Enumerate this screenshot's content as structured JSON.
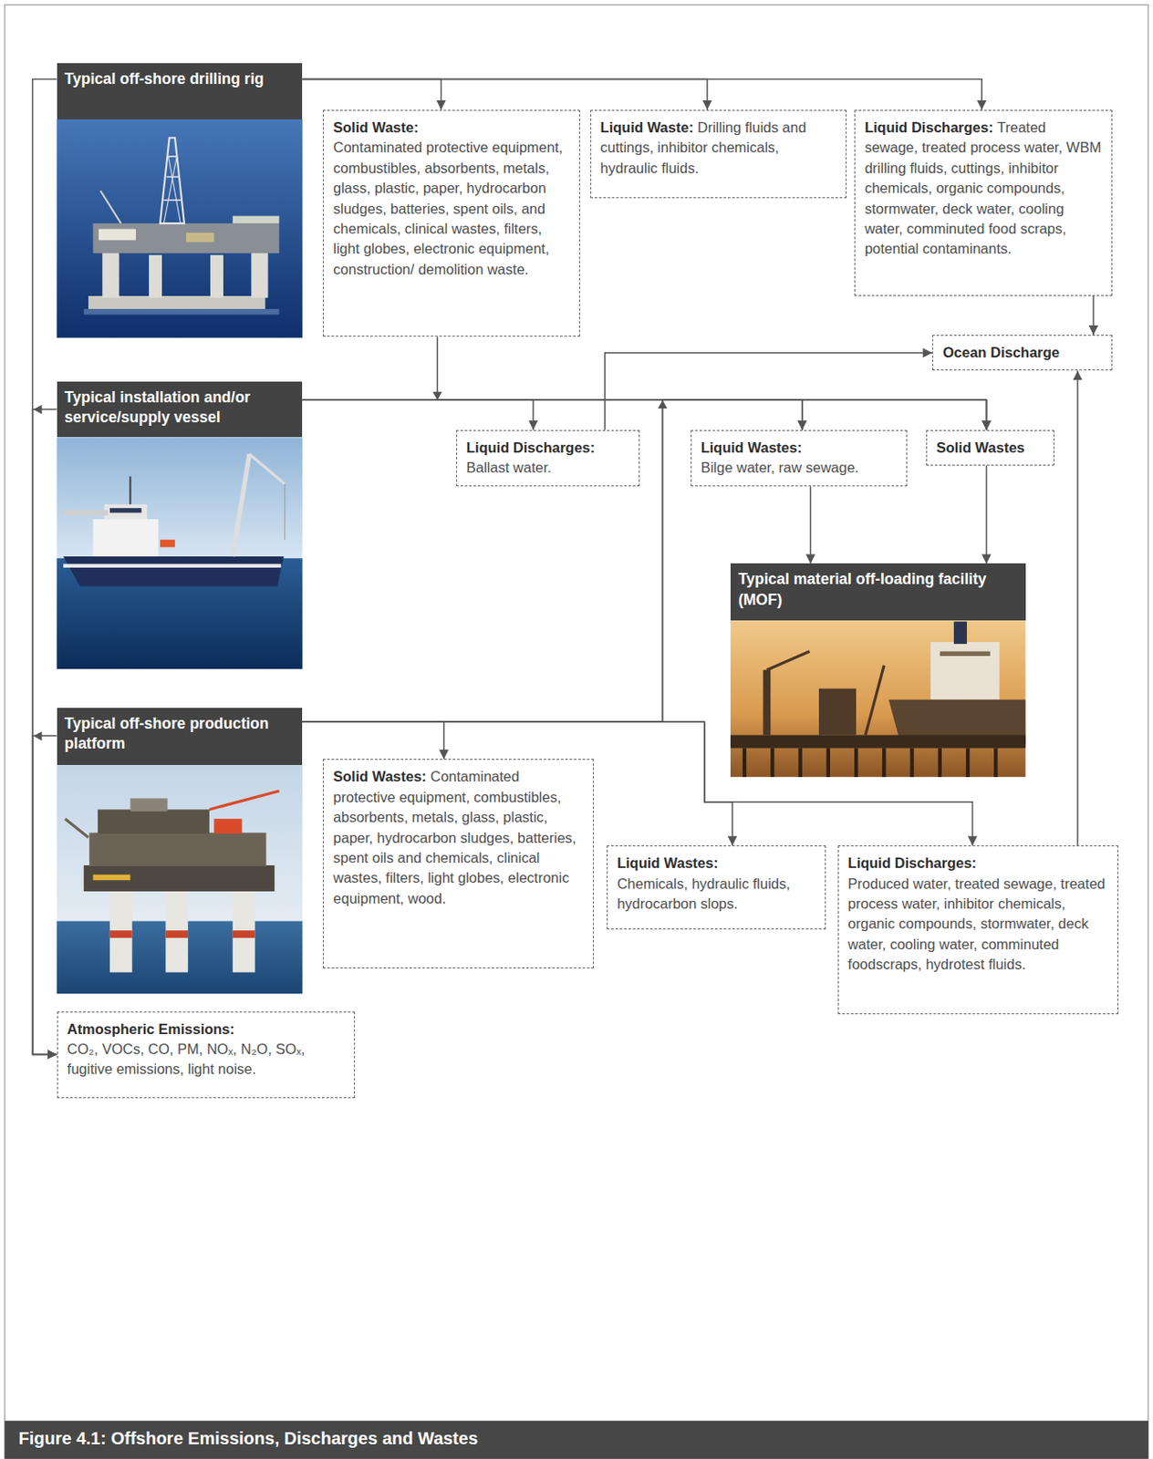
{
  "diagram": {
    "caption": "Figure 4.1: Offshore Emissions, Discharges and Wastes",
    "nodes": [
      {
        "text": [
          "Typical off-shore drilling rig"
        ]
      },
      {
        "text": [
          "Solid Waste:",
          "Contaminated protective equipment, combustibles, absorbents, metals, glass, plastic, paper, hydrocarbon sludges, batteries, spent oils, and chemicals, clinical wastes, filters, light globes, electronic equipment, construction/ demolition waste."
        ]
      },
      {
        "text": [
          "Liquid Waste:",
          "Drilling fluids and cuttings, inhibitor chemicals, hydraulic fluids."
        ]
      },
      {
        "text": [
          "Liquid Discharges:",
          "Treated sewage, treated process water, WBM drilling fluids, cuttings, inhibitor chemicals, organic compounds, stormwater, deck water, cooling water, comminuted food scraps, potential contaminants."
        ]
      },
      {
        "text": [
          "Ocean Discharge"
        ]
      },
      {
        "text": [
          "Typical installation and/or service/supply vessel"
        ]
      },
      {
        "text": [
          "Liquid Discharges:",
          "Ballast water."
        ]
      },
      {
        "text": [
          "Liquid Wastes:",
          "Bilge water, raw sewage."
        ]
      },
      {
        "text": [
          "Solid Wastes"
        ]
      },
      {
        "text": [
          "Typical material off-loading facility (MOF)"
        ]
      },
      {
        "text": [
          "Typical off-shore production platform"
        ]
      },
      {
        "text": [
          "Solid Wastes:",
          "Contaminated protective equipment, combustibles, absorbents, metals, glass, plastic, paper, hydrocarbon sludges, batteries, spent oils and chemicals, clinical wastes, filters, light globes, electronic equipment, wood."
        ]
      },
      {
        "text": [
          "Liquid Wastes:",
          "Chemicals, hydraulic fluids, hydrocarbon slops."
        ]
      },
      {
        "text": [
          "Liquid Discharges:",
          "Produced water, treated sewage, treated process water, inhibitor chemicals, organic compounds, stormwater, deck water, cooling water, comminuted foodscraps, hydrotest fluids."
        ]
      },
      {
        "text": [
          "Atmospheric Emissions:",
          "CO₂, VOCs, CO, PM, NOₓ, N₂O, SOₓ, fugitive emissions, light noise."
        ]
      }
    ],
    "edges": [
      {
        "from": 0,
        "to": 1,
        "arrow": "to"
      },
      {
        "from": 0,
        "to": 2,
        "arrow": "to"
      },
      {
        "from": 0,
        "to": 3,
        "arrow": "to"
      },
      {
        "from": 3,
        "to": 4,
        "arrow": "to"
      },
      {
        "from": 0,
        "to": 14,
        "arrow": "to"
      },
      {
        "from": 1,
        "to": 8,
        "arrow": "to"
      },
      {
        "from": 5,
        "to": 6,
        "arrow": "to"
      },
      {
        "from": 5,
        "to": 7,
        "arrow": "to"
      },
      {
        "from": 5,
        "to": 8,
        "arrow": "to"
      },
      {
        "from": 5,
        "to": 14,
        "arrow": "to"
      },
      {
        "from": 6,
        "to": 4,
        "arrow": "to"
      },
      {
        "from": 7,
        "to": 9,
        "arrow": "to"
      },
      {
        "from": 8,
        "to": 9,
        "arrow": "to"
      },
      {
        "from": 10,
        "to": 11,
        "arrow": "to"
      },
      {
        "from": 10,
        "to": 12,
        "arrow": "to"
      },
      {
        "from": 10,
        "to": 13,
        "arrow": "to"
      },
      {
        "from": 10,
        "to": 7,
        "arrow": "to"
      },
      {
        "from": 10,
        "to": 8,
        "arrow": "to"
      },
      {
        "from": 10,
        "to": 14,
        "arrow": "to"
      },
      {
        "from": 13,
        "to": 4,
        "arrow": "to"
      }
    ]
  }
}
